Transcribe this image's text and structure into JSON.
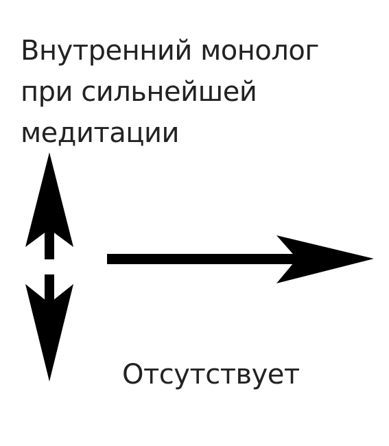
{
  "diagram": {
    "title_lines": [
      "Внутренний монолог",
      "при сильнейшей",
      "медитации"
    ],
    "caption": "Отсутствует",
    "arrow_color": "#000000",
    "text_color": "#222222"
  }
}
